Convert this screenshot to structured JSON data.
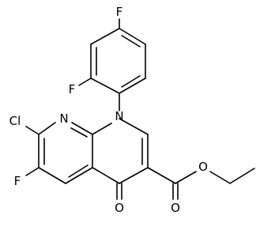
{
  "molecule": {
    "atoms": {
      "f_top": "F",
      "f_left": "F",
      "n_ring": "N",
      "n_pyridine": "N",
      "cl": "Cl",
      "f_bottom": "F",
      "o_ketone": "O",
      "o_ester": "O",
      "o_ether": "O"
    }
  },
  "colors": {
    "bond": "#000000",
    "background": "#ffffff"
  }
}
